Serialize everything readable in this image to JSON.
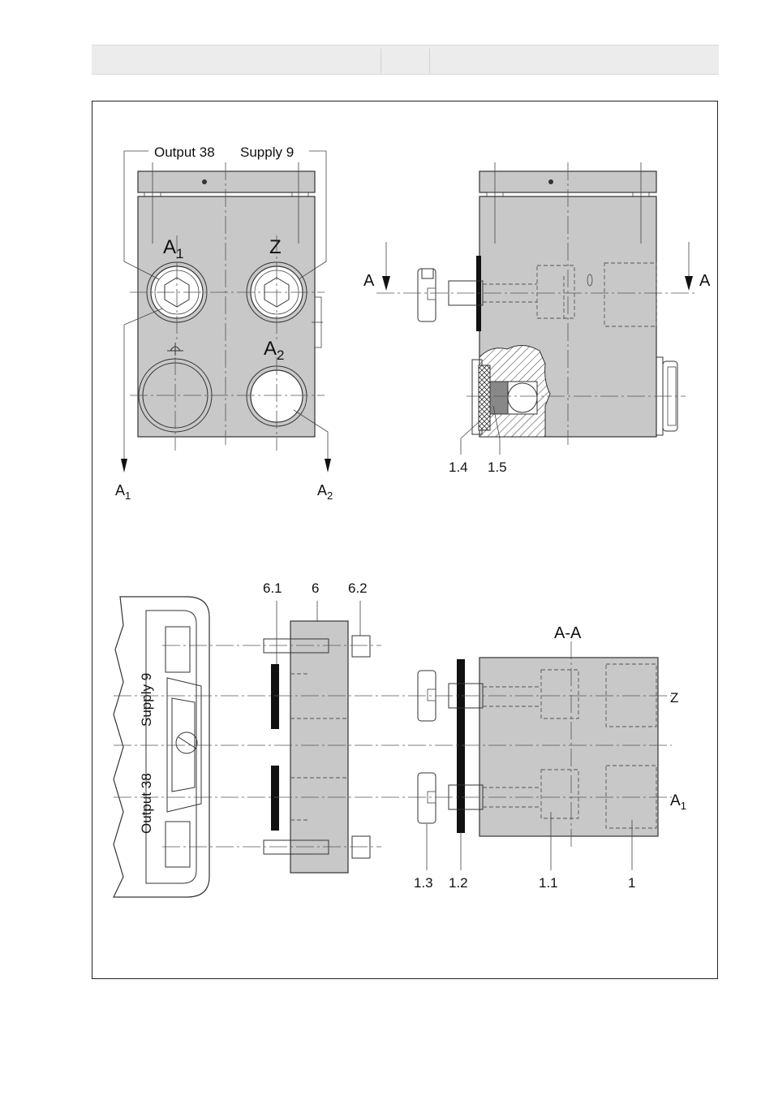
{
  "views": {
    "front": {
      "label_output": "Output 38",
      "label_supply": "Supply 9",
      "port_a1": "A",
      "port_a1_sub": "1",
      "port_z": "Z",
      "port_a2": "A",
      "port_a2_sub": "2",
      "arrow_a1": "A",
      "arrow_a1_sub": "1",
      "arrow_a2": "A",
      "arrow_a2_sub": "2"
    },
    "side": {
      "section_left": "A",
      "section_right": "A",
      "callout_1_4": "1.4",
      "callout_1_5": "1.5"
    },
    "assembly": {
      "rot_supply": "Supply 9",
      "rot_output": "Output 38",
      "callout_6_1": "6.1",
      "callout_6": "6",
      "callout_6_2": "6.2",
      "section_title": "A-A",
      "label_z": "Z",
      "label_a1": "A",
      "label_a1_sub": "1",
      "callout_1_3": "1.3",
      "callout_1_2": "1.2",
      "callout_1_1": "1.1",
      "callout_1": "1"
    }
  }
}
